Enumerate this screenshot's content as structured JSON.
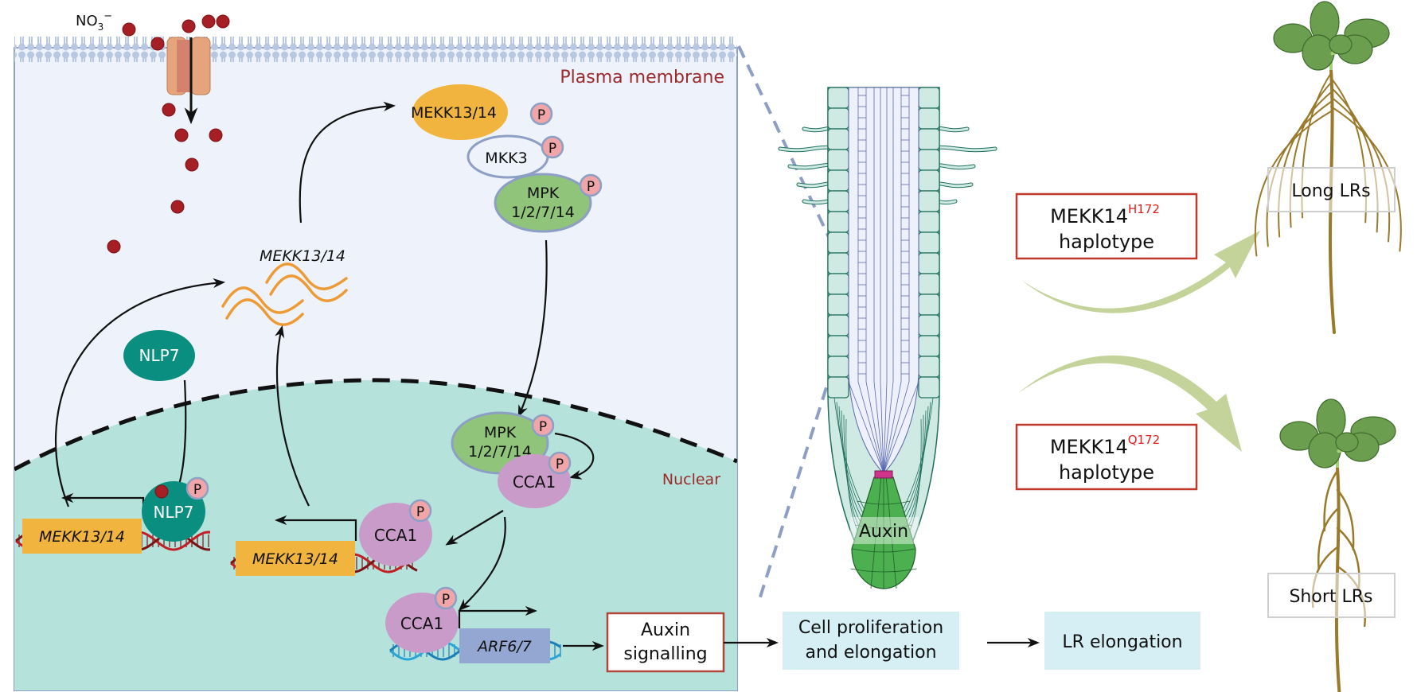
{
  "title": "MEKK13/14 nitrate signalling model for lateral root elongation",
  "colors": {
    "cytoplasm": "#eef3fb",
    "nucleus": "#b6e2dc",
    "membrane": "#b9c8e2",
    "mekk_protein": "#f1b43e",
    "mpk": "#90c47a",
    "cca1": "#c99bc9",
    "nlp7": "#0a8e80",
    "phospho": "#f0a6a8",
    "nitrate": "#a51f24",
    "arf": "#94a7d3",
    "gene_box": "#f1b43e",
    "region_label": "#9b2a2a",
    "haplotype_border": "#c0392b",
    "superscript": "#e0201f",
    "process_box": "#d6eff4",
    "green_arrow": "#c4d39a",
    "root_epidermis": "#cfeae3",
    "root_stroke": "#1f6f5c",
    "auxin_zone": "#4cb050",
    "qc": "#d0348a",
    "plant_leaf": "#6b9e4f",
    "plant_root": "#9a7a2a"
  },
  "cell": {
    "nitrate_label": "NO",
    "nitrate_sub": "3",
    "nitrate_sup": "−",
    "membrane_label": "Plasma membrane",
    "nuclear_label": "Nuclear",
    "phospho_label": "P",
    "cytoplasm": {
      "mekk_protein": "MEKK13/14",
      "mkk3": "MKK3",
      "mpk_line1": "MPK",
      "mpk_line2": "1/2/7/14",
      "mrna_label": "MEKK13/14",
      "nlp7": "NLP7"
    },
    "nucleus": {
      "mpk_line1": "MPK",
      "mpk_line2": "1/2/7/14",
      "cca1_top": "CCA1",
      "nlp7_bound": "NLP7",
      "gene_left": "MEKK13/14",
      "cca1_mid": "CCA1",
      "gene_mid": "MEKK13/14",
      "cca1_bottom": "CCA1",
      "gene_arf": "ARF6/7"
    }
  },
  "flow": {
    "auxin_signalling_line1": "Auxin",
    "auxin_signalling_line2": "signalling",
    "cell_prolif_line1": "Cell proliferation",
    "cell_prolif_line2": "and elongation",
    "lr_elongation": "LR elongation"
  },
  "root": {
    "auxin_label": "Auxin"
  },
  "haplotypes": [
    {
      "gene": "MEKK14",
      "allele": "H172",
      "word": "haplotype",
      "outcome": "Long LRs"
    },
    {
      "gene": "MEKK14",
      "allele": "Q172",
      "word": "haplotype",
      "outcome": "Short LRs"
    }
  ]
}
